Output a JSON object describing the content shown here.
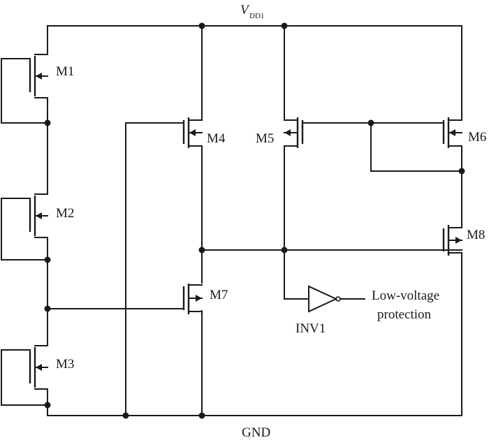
{
  "rails": {
    "vdd_main": "V",
    "vdd_sub": "DD1",
    "gnd": "GND"
  },
  "transistors": {
    "m1": "M1",
    "m2": "M2",
    "m3": "M3",
    "m4": "M4",
    "m5": "M5",
    "m6": "M6",
    "m7": "M7",
    "m8": "M8"
  },
  "inverter": {
    "label": "INV1"
  },
  "output": {
    "line1": "Low-voltage",
    "line2": "protection"
  }
}
